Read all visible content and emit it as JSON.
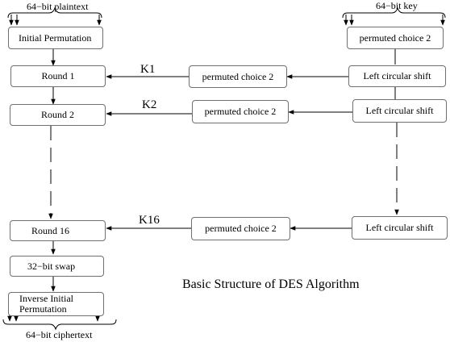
{
  "diagram": {
    "caption": "Basic Structure of DES Algorithm",
    "inputs": {
      "plaintext": "64−bit plaintext",
      "key": "64−bit key",
      "ciphertext": "64−bit ciphertext"
    },
    "left_chain": {
      "initial_permutation": "Initial Permutation",
      "round_1": "Round 1",
      "round_2": "Round 2",
      "round_16": "Round 16",
      "swap": "32−bit swap",
      "inverse_permutation_line1": "Inverse Initial",
      "inverse_permutation_line2": "Permutation"
    },
    "key_schedule": {
      "top_choice": "permuted choice 2",
      "stages": [
        {
          "subkey": "K1",
          "choice": "permuted choice 2",
          "shift": "Left circular shift"
        },
        {
          "subkey": "K2",
          "choice": "permuted choice 2",
          "shift": "Left circular shift"
        },
        {
          "subkey": "K16",
          "choice": "permuted choice 2",
          "shift": "Left circular shift"
        }
      ]
    }
  }
}
